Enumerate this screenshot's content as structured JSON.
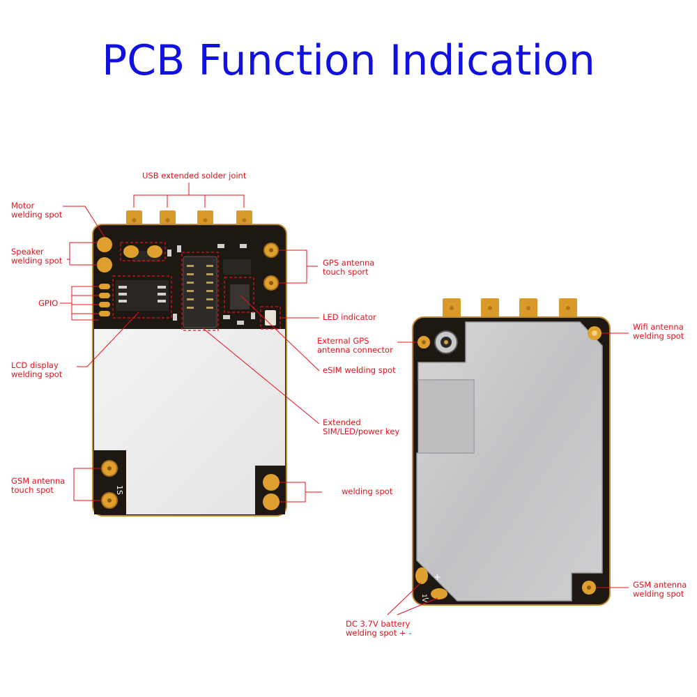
{
  "title": "PCB Function Indication",
  "colors": {
    "title": "#1010e0",
    "label": "#e8101a",
    "leader": "#e8101a",
    "pcb": "#1a1410",
    "pad": "#e0a030",
    "shield": "#c9c9cc"
  },
  "front_labels": {
    "usb": "USB extended solder joint",
    "motor": "Motor\nwelding spot",
    "speaker": "Speaker\nwelding spot",
    "gpio": "GPIO",
    "lcd": "LCD display\nwelding spot",
    "gsm_touch": "GSM antenna\ntouch spot",
    "gps_touch": "GPS antenna\ntouch sport",
    "led": "LED indicator",
    "ext_gps": "External GPS\nantenna connector",
    "esim": "eSIM welding spot",
    "extended": "Extended\nSIM/LED/power key",
    "welding": "welding spot"
  },
  "back_labels": {
    "wifi": "Wifi antenna\nwelding spot",
    "gsm_weld": "GSM antenna\nwelding spot",
    "battery": "DC 3.7V battery\nwelding spot + -"
  },
  "silkscreen": {
    "batt_plus": "+",
    "batt_minus": "-",
    "batt_v": "1V",
    "corner": "1S"
  }
}
